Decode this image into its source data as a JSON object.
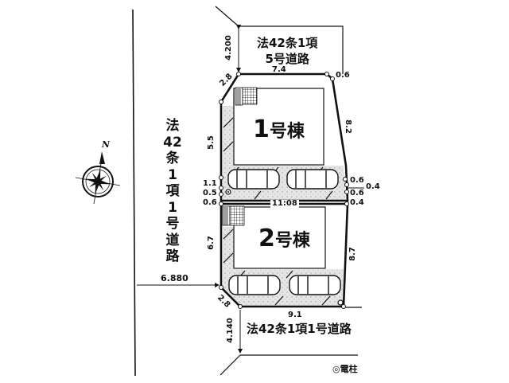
{
  "roads": {
    "north_road": {
      "line1": "法42条1項",
      "line2": "5号道路"
    },
    "west_road_chars": [
      "法",
      "42",
      "条",
      "1",
      "項",
      "1",
      "号",
      "道",
      "路"
    ],
    "south_road": "法42条1項1号道路"
  },
  "buildings": [
    {
      "number": "1",
      "suffix": "号棟"
    },
    {
      "number": "2",
      "suffix": "号棟"
    }
  ],
  "compass": {
    "north_label": "N"
  },
  "dimensions": {
    "north_road_width": "4.200",
    "north_frontage": "7.4",
    "north_corner_cut": "2.8",
    "north_east_small": "0.6",
    "lot1_west": "5.5",
    "lot1_east": "8.2",
    "west_left_1": "1.1",
    "west_left_2": "0.5",
    "west_left_3": "0.6",
    "east_right_1": "0.6",
    "east_right_2": "0.6",
    "east_right_3": "0.4",
    "east_right_offset": "0.4",
    "divider_length": "11:08",
    "lot2_west": "6.7",
    "lot2_east": "8.7",
    "west_road_width": "6.880",
    "south_corner_cut": "2.8",
    "south_frontage": "9.1",
    "south_road_width": "4.140"
  },
  "legend": {
    "utility_pole": "◎電柱"
  }
}
